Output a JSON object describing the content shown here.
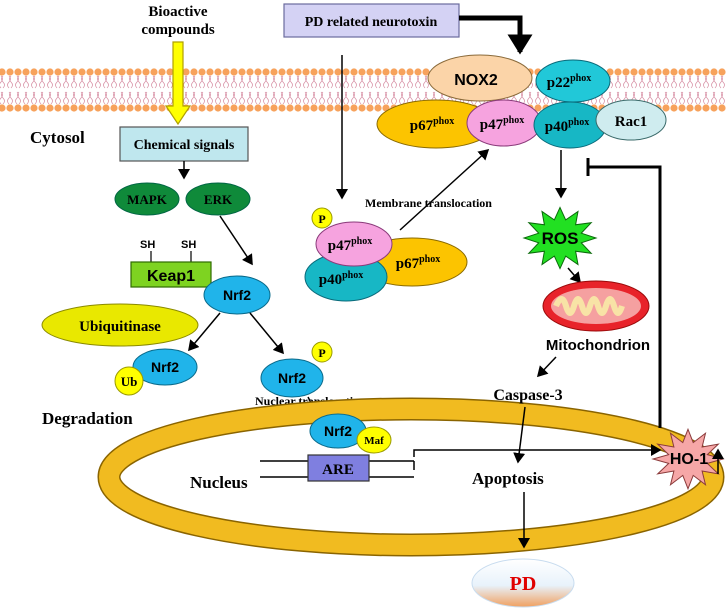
{
  "labels": {
    "bioactive": "Bioactive",
    "compounds": "compounds",
    "pd_neurotoxin": "PD related neurotoxin",
    "cytosol": "Cytosol",
    "chemical_signals": "Chemical signals",
    "mapk": "MAPK",
    "erk": "ERK",
    "sh": "SH",
    "keap1": "Keap1",
    "nrf2": "Nrf2",
    "ubiquitinase": "Ubiquitinase",
    "ub": "Ub",
    "p": "P",
    "degradation": "Degradation",
    "nuclear_translocation": "Nuclear translocation",
    "membrane_translocation": "Membrane  translocation",
    "nox2": "NOX2",
    "p22": "p22",
    "p67": "p67",
    "p47": "p47",
    "p40": "p40",
    "phox": "phox",
    "rac1": "Rac1",
    "ros": "ROS",
    "mitochondrion": "Mitochondrion",
    "caspase3": "Caspase-3",
    "nucleus": "Nucleus",
    "maf": "Maf",
    "are": "ARE",
    "apoptosis": "Apoptosis",
    "ho1": "HO-1",
    "pd": "PD"
  },
  "colors": {
    "membrane_dot": "#f7a25c",
    "chemical_box": "#bfe7ee",
    "neurotoxin_box": "#d4d2f4",
    "kinase_green": "#0f8a3a",
    "keap1_green": "#7ed321",
    "nrf2_blue": "#20b4ea",
    "ubiquitinase_yellow": "#e9e800",
    "p_yellow": "#ffff00",
    "nox2_peach": "#fbd4a8",
    "p22_teal": "#21c8d8",
    "p67_orange": "#fcc400",
    "p47_pink": "#f6a3df",
    "p40_teal": "#17b7c5",
    "rac1_grey": "#cfecef",
    "ros_green": "#22e022",
    "mito_red": "#e8232a",
    "nucleus_gold": "#f1bb20",
    "are_purple": "#7f7fe0",
    "ho1_pink": "#f6a7a7",
    "pd_red": "#e00000"
  }
}
